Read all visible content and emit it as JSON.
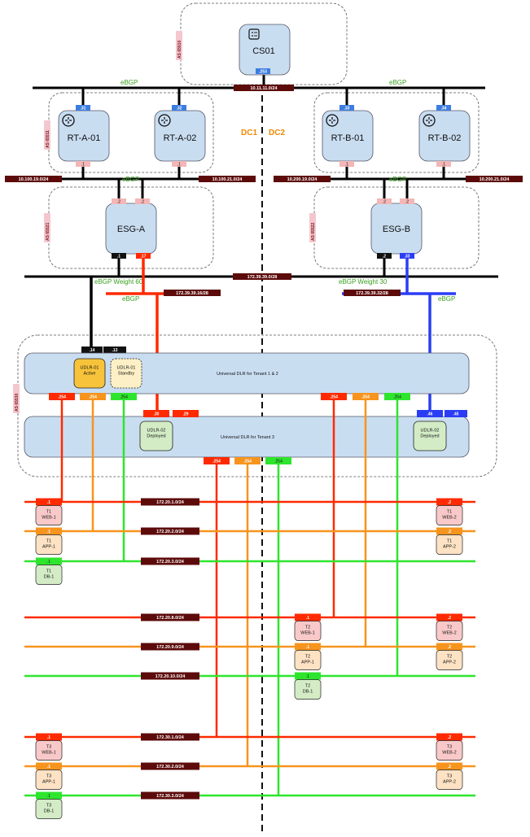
{
  "colors": {
    "router_fill": "#c9ddf1",
    "web": "#ff2a00",
    "app": "#f7941d",
    "db": "#2ee52e",
    "blue": "#2a3df5",
    "subnet_fill": "#5c0a0a",
    "green_text": "#3aa020",
    "dc_text": "#f08a00"
  },
  "icons": [
    "service-node-icon",
    "router-icon"
  ],
  "cs": {
    "label": "CS01",
    "asn": "AS 65510",
    "port": ".253",
    "subnet": "10.11.11.0/24"
  },
  "ebgp": "eBGP",
  "dc": {
    "left": "DC1",
    "right": "DC2"
  },
  "rt_a": {
    "asn": "AS 65511",
    "r1": {
      "label": "RT-A-01",
      "up": ".31",
      "down": ".1"
    },
    "r2": {
      "label": "RT-A-02",
      "up": ".32",
      "down": ".1"
    },
    "subnet1": "10.100.19.0/24",
    "subnet2": "10.100.21.0/24"
  },
  "rt_b": {
    "asn": "AS 65512",
    "r1": {
      "label": "RT-B-01",
      "up": ".33",
      "down": ".1"
    },
    "r2": {
      "label": "RT-B-02",
      "up": ".34",
      "down": ".1"
    },
    "subnet1": "10.200.19.0/24",
    "subnet2": "10.200.21.0/24"
  },
  "esg_a": {
    "label": "ESG-A",
    "asn": "AS 65521",
    "up1": ".2",
    "up2": ".2",
    "down1": ".1",
    "down2": ".17",
    "weight": "eBGP Weight 60"
  },
  "esg_b": {
    "label": "ESG-B",
    "asn": "AS 65522",
    "up1": ".2",
    "up2": ".2",
    "down1": ".2",
    "down2": ".33",
    "weight": "eBGP Weight 30"
  },
  "transit": {
    "subnet": "172.39.39.0/28",
    "a_subnet": "172.39.39.16/28",
    "b_subnet": "172.39.39.32/28"
  },
  "dlr": {
    "asn": "AS 65530",
    "up14": ".14",
    "up13": ".13",
    "dlr12_title": "Universal DLR for Tenant 1 & 2",
    "dlr3_title": "Universal DLR for Tenant 3",
    "udlr01_active": "UDLR-01\nActive",
    "udlr01_standby": "UDLR-01\nStandby",
    "udlr02_left": "UDLR-02\nDeployed",
    "udlr02_right": "UDLR-02\nDeployed",
    "p254": ".254",
    "p30": ".30",
    "p29": ".29",
    "p46": ".46",
    "p45": ".45"
  },
  "tenants": {
    "t1": {
      "web": {
        "subnet": "172.20.1.0/24",
        "left_vm": "T1\nWEB-1",
        "right_vm": "T1\nWEB-2",
        "left_ip": ".1",
        "right_ip": ".2"
      },
      "app": {
        "subnet": "172.20.2.0/24",
        "left_vm": "T1\nAPP-1",
        "right_vm": "T1\nAPP-2",
        "left_ip": ".1",
        "right_ip": ".2"
      },
      "db": {
        "subnet": "172.20.3.0/24",
        "left_vm": "T1\nDB-1",
        "left_ip": ".1"
      }
    },
    "t2": {
      "web": {
        "subnet": "172.20.8.0/24",
        "mid_vm": "T2\nWEB-1",
        "right_vm": "T2\nWEB-2",
        "mid_ip": ".1",
        "right_ip": ".2"
      },
      "app": {
        "subnet": "172.20.9.0/24",
        "mid_vm": "T2\nAPP-1",
        "right_vm": "T2\nAPP-2",
        "mid_ip": ".1",
        "right_ip": ".2"
      },
      "db": {
        "subnet": "172.20.10.0/24",
        "mid_vm": "T2\nDB-1",
        "mid_ip": ".1"
      }
    },
    "t3": {
      "web": {
        "subnet": "172.30.1.0/24",
        "left_vm": "T3\nWEB-1",
        "right_vm": "T3\nWEB-2",
        "left_ip": ".1",
        "right_ip": ".2"
      },
      "app": {
        "subnet": "172.30.2.0/24",
        "left_vm": "T3\nAPP-1",
        "right_vm": "T3\nAPP-2",
        "left_ip": ".1",
        "right_ip": ".2"
      },
      "db": {
        "subnet": "172.30.3.0/24",
        "left_vm": "T3\nDB-1",
        "left_ip": ".1"
      }
    }
  }
}
